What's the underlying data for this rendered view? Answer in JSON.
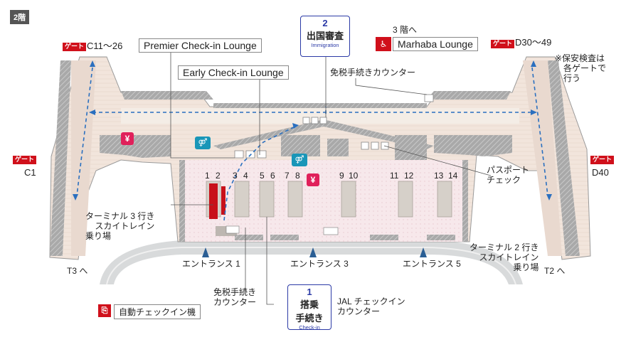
{
  "floor": "2階",
  "lounges": {
    "premier": "Premier Check-in Lounge",
    "early": "Early Check-in Lounge",
    "marhaba": "Marhaba Lounge",
    "marhaba_floor": "3 階へ"
  },
  "immigration": {
    "step": "2",
    "title": "出国審査",
    "sub": "Immigration"
  },
  "checkin_step": {
    "step": "1",
    "title_line1": "搭乗",
    "title_line2": "手続き",
    "sub": "Check-in"
  },
  "gates": {
    "tag": "ゲート",
    "c11_26": "C11～26",
    "d30_49": "D30～49",
    "c1": "C1",
    "d40": "D40"
  },
  "labels": {
    "security_note": [
      "※保安検査は",
      "各ゲートで",
      "行う"
    ],
    "duty_free_top": "免税手続きカウンター",
    "passport": [
      "パスポート",
      "チェック"
    ],
    "skytrain_t3": [
      "ターミナル 3 行き",
      "スカイトレイン",
      "乗り場"
    ],
    "skytrain_t2": [
      "ターミナル 2 行き",
      "スカイトレイン",
      "乗り場"
    ],
    "t3": "T3 へ",
    "t2": "T2 へ",
    "entrance1": "エントランス 1",
    "entrance3": "エントランス 3",
    "entrance5": "エントランス 5",
    "duty_free_bottom": [
      "免税手続き",
      "カウンター"
    ],
    "jal": [
      "JAL チェックイン",
      "カウンター"
    ],
    "auto_checkin": "自動チェックイン機",
    "yen": "¥"
  },
  "counters": [
    "1",
    "2",
    "3",
    "4",
    "5",
    "6",
    "7",
    "8",
    "9",
    "10",
    "11",
    "12",
    "13",
    "14"
  ],
  "colors": {
    "red": "#d0101b",
    "blue": "#2b3aa6",
    "route": "#2a6fbf",
    "floor_pink": "#f6e6e9",
    "wall": "#9a9a9a",
    "road": "#d8dadb",
    "teal": "#1996b8"
  }
}
